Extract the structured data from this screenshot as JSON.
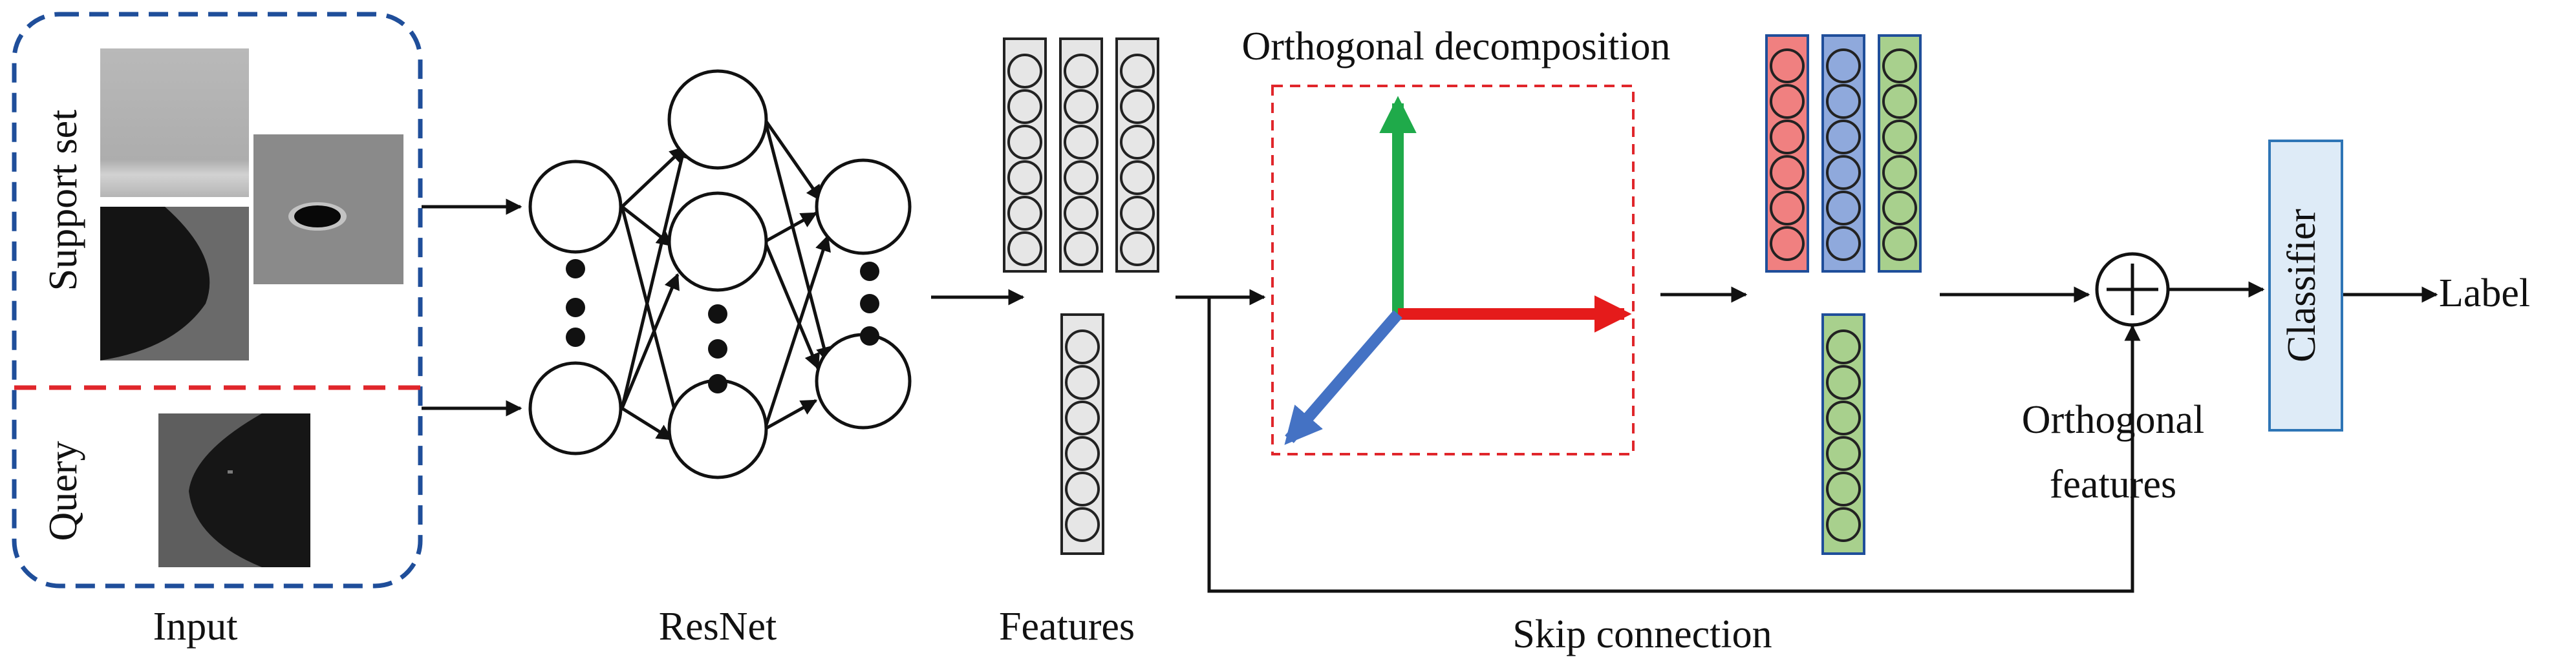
{
  "labels": {
    "input": "Input",
    "support_set": "Support set",
    "query": "Query",
    "resnet": "ResNet",
    "features": "Features",
    "orthogonal_decomposition": "Orthogonal decomposition",
    "orthogonal_features_line1": "Orthogonal",
    "orthogonal_features_line2": "features",
    "skip_connection": "Skip connection",
    "classifier": "Classifier",
    "output_label": "Label"
  },
  "colors": {
    "input_border": "#1f4e9a",
    "separator": "#e0262b",
    "decomp_box": "#e0262b",
    "axis_up": "#1faa4a",
    "axis_right": "#e51b1b",
    "axis_diag": "#4472c4",
    "feature_fill": "#e6e6e6",
    "orth_red": "#f08080",
    "orth_blue": "#8fa9dc",
    "orth_green": "#a8d08d",
    "classifier_fill": "#deebf7",
    "classifier_border": "#2e75b6"
  },
  "icons": {
    "sum": "circled-plus-icon",
    "arrow": "arrow-right-icon"
  }
}
